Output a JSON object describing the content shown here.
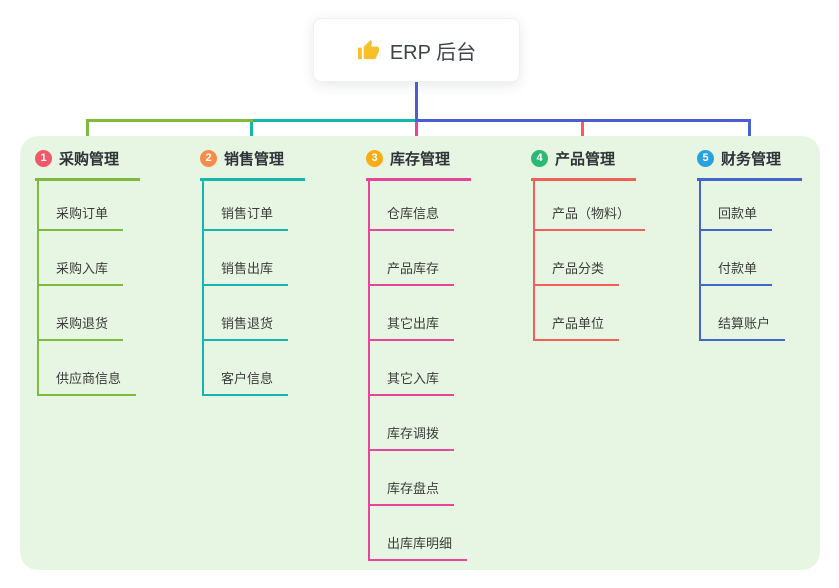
{
  "root": {
    "label": "ERP 后台",
    "icon": "thumbs-up",
    "icon_color": "#f6c02d",
    "connector_color": "#4a5ed0"
  },
  "canvas": {
    "background": "#ffffff",
    "panel_background": "#e7f6e2"
  },
  "branches": [
    {
      "number": "1",
      "title": "采购管理",
      "badge_color": "#f05a68",
      "line_color": "#7eba3e",
      "items": [
        "采购订单",
        "采购入库",
        "采购退货",
        "供应商信息"
      ]
    },
    {
      "number": "2",
      "title": "销售管理",
      "badge_color": "#f78d4a",
      "line_color": "#13b7ad",
      "items": [
        "销售订单",
        "销售出库",
        "销售退货",
        "客户信息"
      ]
    },
    {
      "number": "3",
      "title": "库存管理",
      "badge_color": "#f9ac15",
      "line_color": "#e9449b",
      "items": [
        "仓库信息",
        "产品库存",
        "其它出库",
        "其它入库",
        "库存调拨",
        "库存盘点",
        "出库库明细"
      ]
    },
    {
      "number": "4",
      "title": "产品管理",
      "badge_color": "#2cb973",
      "line_color": "#f3605c",
      "items": [
        "产品（物料）",
        "产品分类",
        "产品单位"
      ]
    },
    {
      "number": "5",
      "title": "财务管理",
      "badge_color": "#2aa1dc",
      "line_color": "#4365cd",
      "items": [
        "回款单",
        "付款单",
        "结算账户"
      ]
    }
  ]
}
